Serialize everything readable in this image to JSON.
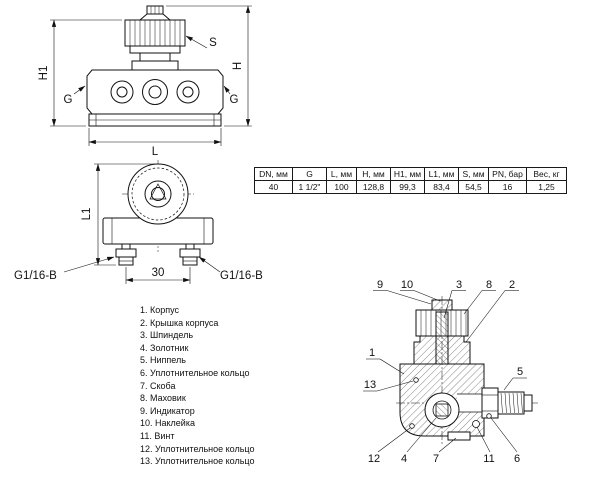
{
  "front_view": {
    "dim_h1": "H1",
    "dim_h": "H",
    "dim_g_left": "G",
    "dim_g_right": "G",
    "dim_l": "L",
    "dim_s": "S"
  },
  "top_view": {
    "dim_l1": "L1",
    "dim_width": "30",
    "thread_left": "G1/16-B",
    "thread_right": "G1/16-B"
  },
  "spec_table": {
    "headers": [
      "DN, мм",
      "G",
      "L, мм",
      "H, мм",
      "H1, мм",
      "L1, мм",
      "S, мм",
      "PN, бар",
      "Вес, кг"
    ],
    "row": [
      "40",
      "1 1/2\"",
      "100",
      "128,8",
      "99,3",
      "83,4",
      "54,5",
      "16",
      "1,25"
    ]
  },
  "parts_list": [
    "1. Корпус",
    "2. Крышка корпуса",
    "3. Шпиндель",
    "4. Золотник",
    "5. Ниппель",
    "6. Уплотнительное кольцо",
    "7. Скоба",
    "8. Маховик",
    "9. Индикатор",
    "10. Наклейка",
    "11. Винт",
    "12. Уплотнительное кольцо",
    "13. Уплотнительное кольцо"
  ],
  "section_view": {
    "callouts": [
      "9",
      "10",
      "3",
      "8",
      "2",
      "1",
      "13",
      "5",
      "12",
      "4",
      "7",
      "11",
      "6"
    ]
  }
}
